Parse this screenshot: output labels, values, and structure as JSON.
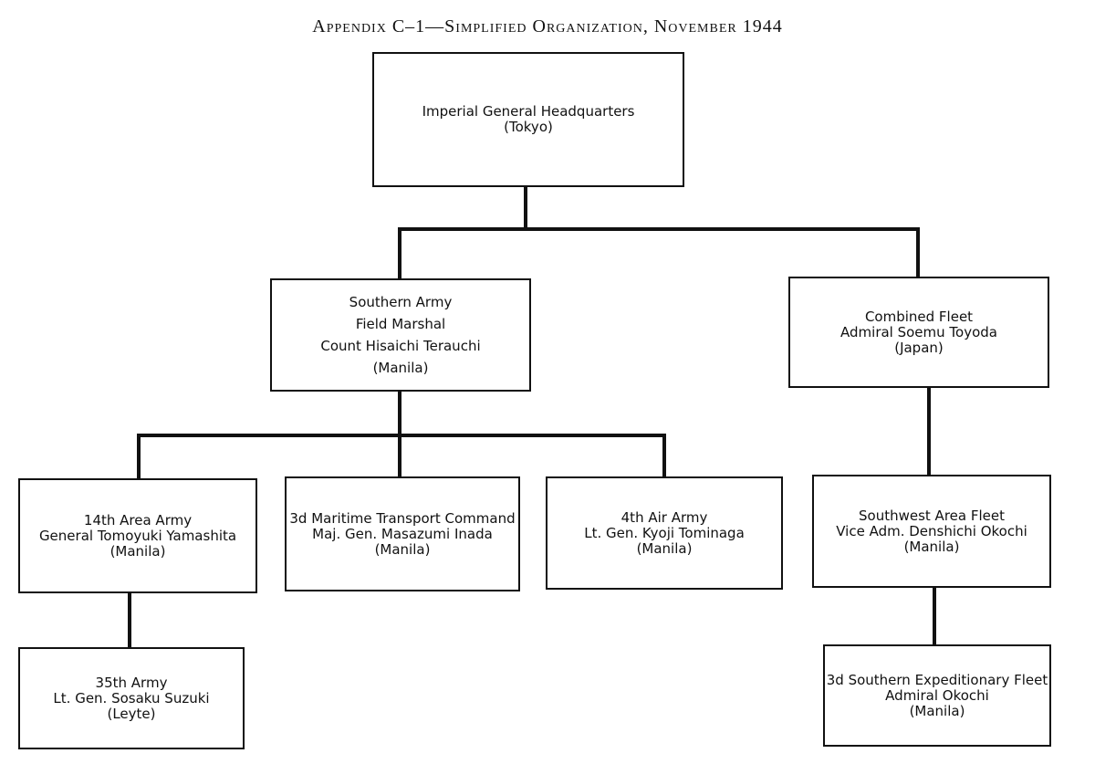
{
  "title": "Appendix C–1—Simplified Organization, November 1944",
  "nodes": {
    "ighq": {
      "lines": [
        "Imperial General Headquarters",
        "(Tokyo)"
      ]
    },
    "southern_army": {
      "lines": [
        "Southern Army",
        "Field Marshal",
        "Count Hisaichi Terauchi",
        "(Manila)"
      ]
    },
    "combined_fleet": {
      "lines": [
        "Combined Fleet",
        "Admiral Soemu Toyoda",
        "(Japan)"
      ]
    },
    "area_army_14": {
      "lines": [
        "14th Area Army",
        "General Tomoyuki Yamashita",
        "(Manila)"
      ]
    },
    "maritime_3d": {
      "lines": [
        "3d Maritime Transport Command",
        "Maj. Gen. Masazumi Inada",
        "(Manila)"
      ]
    },
    "air_army_4": {
      "lines": [
        "4th Air Army",
        "Lt. Gen. Kyoji Tominaga",
        "(Manila)"
      ]
    },
    "sw_area_fleet": {
      "lines": [
        "Southwest Area Fleet",
        "Vice Adm. Denshichi Okochi",
        "(Manila)"
      ]
    },
    "army_35": {
      "lines": [
        "35th Army",
        "Lt. Gen. Sosaku Suzuki",
        "(Leyte)"
      ]
    },
    "expedition_3d": {
      "lines": [
        "3d Southern Expeditionary Fleet",
        "Admiral Okochi",
        "(Manila)"
      ]
    }
  }
}
